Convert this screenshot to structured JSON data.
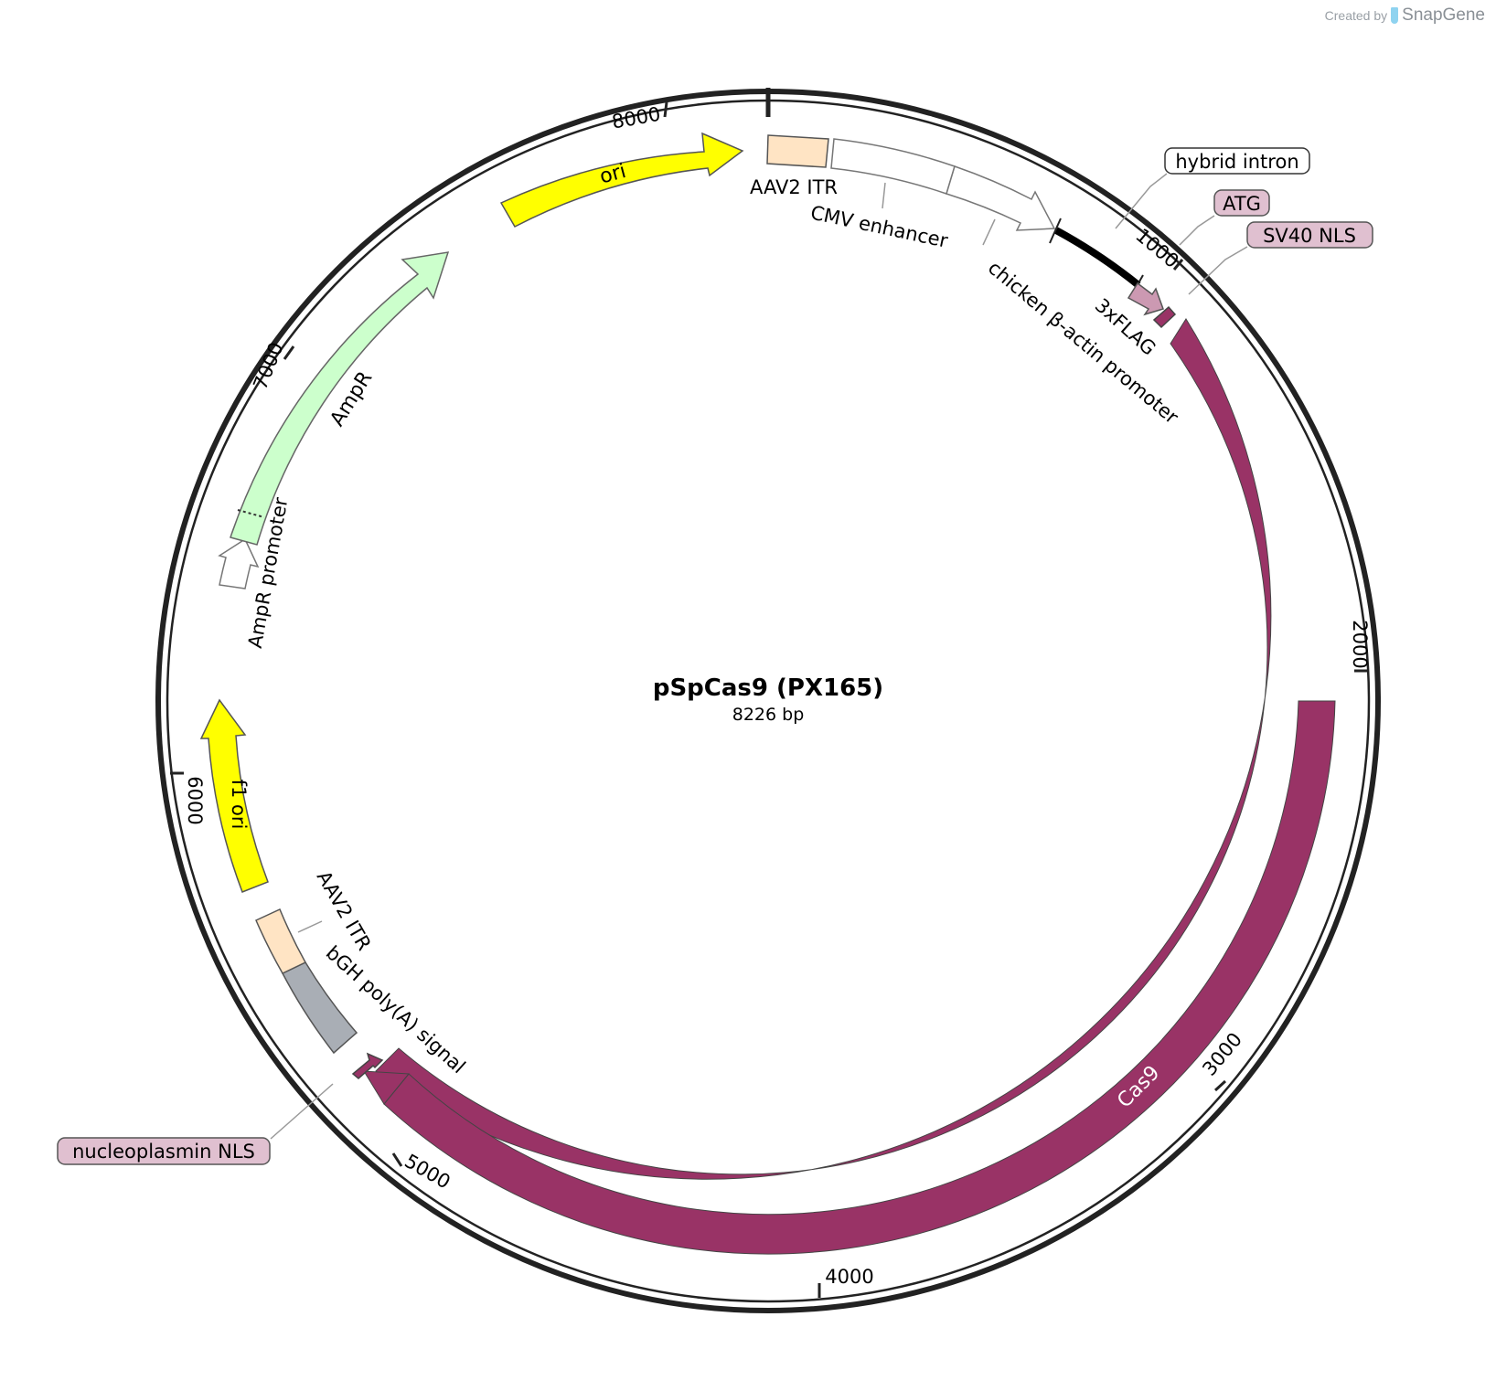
{
  "branding": {
    "created_by": "Created by",
    "product": "SnapGene"
  },
  "plasmid": {
    "name": "pSpCas9 (PX165)",
    "length": "8226 bp",
    "total_bp": 8226
  },
  "ticks": [
    "1000",
    "2000",
    "3000",
    "4000",
    "5000",
    "6000",
    "7000",
    "8000"
  ],
  "features": [
    {
      "name": "AAV2 ITR",
      "start": 1,
      "end": 130,
      "color": "#ffe4c4"
    },
    {
      "name": "CMV enhancer",
      "start": 130,
      "end": 510,
      "color": "#ffffff"
    },
    {
      "name": "chicken β-actin promoter",
      "start": 510,
      "end": 790,
      "color": "#ffffff"
    },
    {
      "name": "hybrid intron",
      "start": 810,
      "end": 1100,
      "color": "#000000"
    },
    {
      "name": "ATG",
      "start": 1130,
      "end": 1135,
      "color": "#cc99b2"
    },
    {
      "name": "3xFLAG",
      "start": 1130,
      "end": 1200,
      "color": "#cc99b2"
    },
    {
      "name": "SV40 NLS",
      "start": 1205,
      "end": 1240,
      "color": "#993366"
    },
    {
      "name": "Cas9",
      "start": 1255,
      "end": 5360,
      "color": "#993366"
    },
    {
      "name": "nucleoplasmin NLS",
      "start": 5380,
      "end": 5430,
      "color": "#993366"
    },
    {
      "name": "bGH poly(A) signal",
      "start": 5480,
      "end": 5705,
      "color": "#a9aeb5"
    },
    {
      "name": "AAV2 ITR",
      "start": 5720,
      "end": 5860,
      "color": "#ffe4c4"
    },
    {
      "name": "f1 ori",
      "start": 5930,
      "end": 6385,
      "color": "#ffff00"
    },
    {
      "name": "AmpR promoter",
      "start": 6660,
      "end": 6760,
      "color": "#ffffff"
    },
    {
      "name": "AmpR",
      "start": 6760,
      "end": 7620,
      "color": "#ccffcc"
    },
    {
      "name": "ori",
      "start": 7790,
      "end": 8215,
      "color": "#ffff00"
    }
  ],
  "callouts": [
    {
      "label": "hybrid intron",
      "style": "plain"
    },
    {
      "label": "ATG",
      "style": "pink"
    },
    {
      "label": "SV40 NLS",
      "style": "pink"
    },
    {
      "label": "nucleoplasmin NLS",
      "style": "pink"
    }
  ],
  "colors": {
    "cas9": "#993366",
    "nls_box": "#e0c0d0",
    "yellow": "#ffff00",
    "ampr": "#ccffcc",
    "itr": "#ffe4c4",
    "bgh": "#a9aeb5",
    "backbone": "#222222"
  }
}
